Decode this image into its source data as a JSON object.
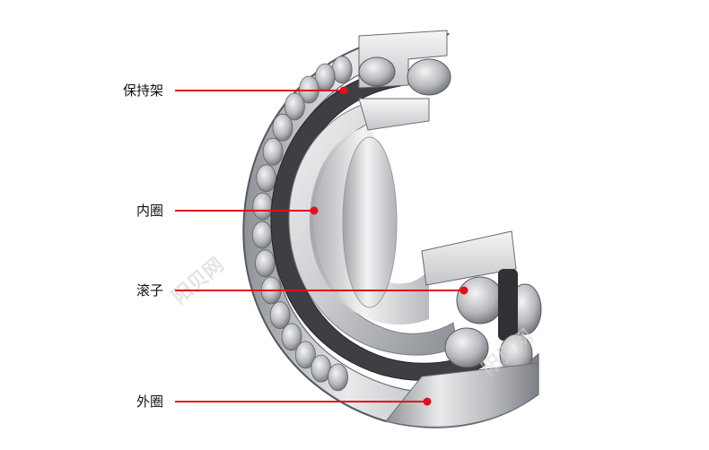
{
  "labels": {
    "cage": "保持架",
    "inner_ring": "内圈",
    "roller": "滚子",
    "outer_ring": "外圈"
  },
  "watermark": "阳贝网",
  "colors": {
    "leader": "#e3101c",
    "metal_light": "#e8e8ea",
    "metal_mid": "#b9bbbf",
    "metal_dark": "#6f7277",
    "cage_dark": "#3b3d41"
  }
}
